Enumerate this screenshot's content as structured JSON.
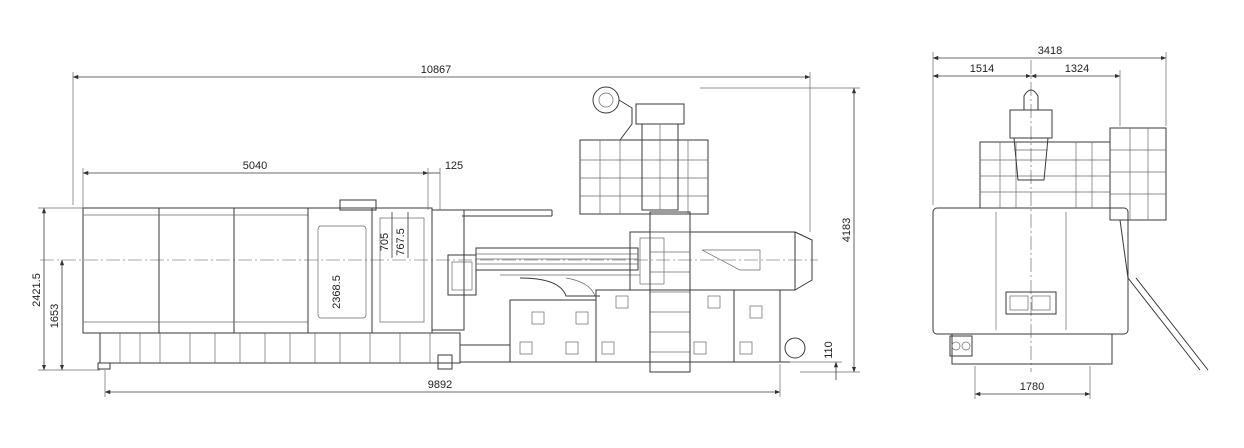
{
  "dimensions": {
    "front_overall_length": "10867",
    "front_clamp_length": "5040",
    "front_small_offset": "125",
    "front_base_length": "9892",
    "front_overall_height": "4183",
    "front_height_a": "2421.5",
    "front_height_b": "1653",
    "front_foot_height": "110",
    "front_platen_a": "705",
    "front_platen_b": "767.5",
    "front_platen_c": "2368.5",
    "side_overall_width": "3418",
    "side_left_width": "1514",
    "side_right_width": "1324",
    "side_base_width": "1780"
  }
}
